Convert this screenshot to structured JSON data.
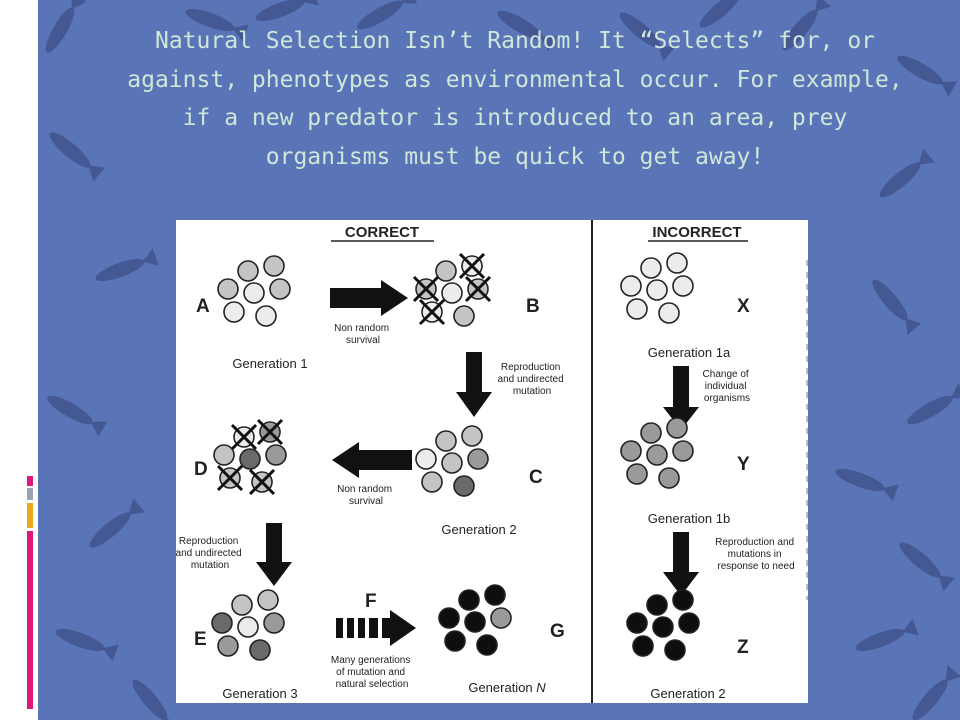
{
  "slide": {
    "title": "Natural Selection Isn’t Random! It “Selects” for, or against, phenotypes as environmental occur. For example, if a new predator is introduced to an area, prey organisms must be quick to get away!"
  },
  "colors": {
    "background": "#5a74b8",
    "title_text": "#cfe6d9",
    "accent_pink": "#e0187a",
    "accent_gold": "#e8a818",
    "accent_gray": "#9aa3b4"
  },
  "figure": {
    "correct_heading": "CORRECT",
    "incorrect_heading": "INCORRECT",
    "letters": {
      "a": "A",
      "b": "B",
      "c": "C",
      "d": "D",
      "e": "E",
      "f": "F",
      "g": "G",
      "x": "X",
      "y": "Y",
      "z": "Z"
    },
    "generations": {
      "g1": "Generation 1",
      "g2": "Generation 2",
      "g3": "Generation 3",
      "gn_prefix": "Generation ",
      "gn_italic": "N",
      "g1a": "Generation 1a",
      "g1b": "Generation 1b",
      "g2_incorrect": "Generation 2"
    },
    "arrow_labels": {
      "non_random_1": [
        "Non random",
        "survival"
      ],
      "repro_1": [
        "Reproduction",
        "and undirected",
        "mutation"
      ],
      "non_random_2": [
        "Non random",
        "survival"
      ],
      "repro_2": [
        "Reproduction",
        "and undirected",
        "mutation"
      ],
      "many_gen": [
        "Many generations",
        "of mutation and",
        "natural selection"
      ],
      "change_individual": [
        "Change of",
        "individual",
        "organisms"
      ],
      "repro_need": [
        "Reproduction and",
        "mutations in",
        "response to need"
      ]
    }
  }
}
